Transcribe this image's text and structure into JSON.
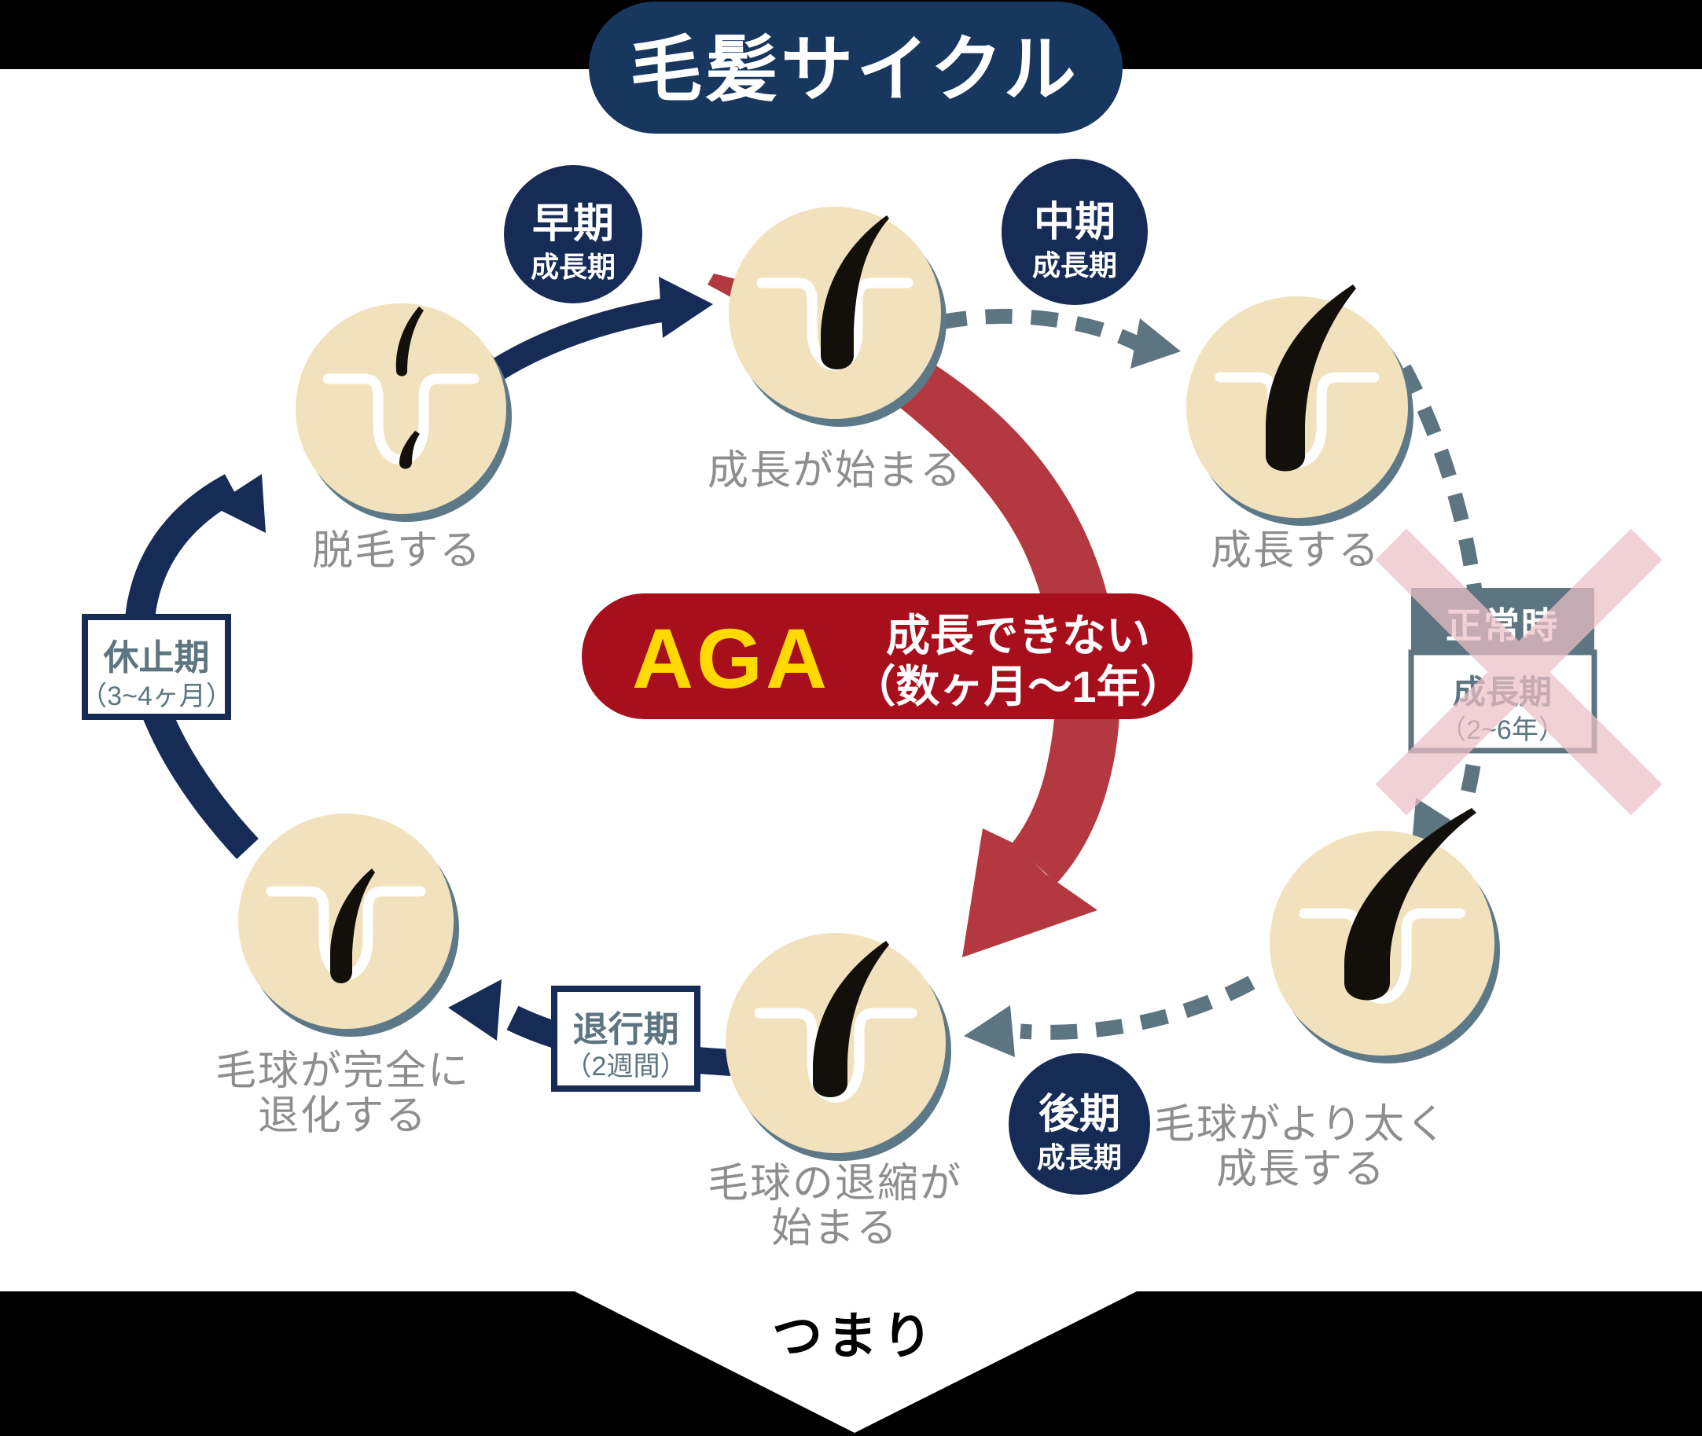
{
  "title": "毛髪サイクル",
  "conclusion": "つまり",
  "aga_callout": {
    "acronym": "AGA",
    "note_line1": "成長できない",
    "note_line2": "（数ヶ月～1年）"
  },
  "phase_labels": {
    "early": {
      "top": "早期",
      "bottom": "成長期"
    },
    "mid": {
      "top": "中期",
      "bottom": "成長期"
    },
    "late": {
      "top": "後期",
      "bottom": "成長期"
    }
  },
  "period_boxes": {
    "rest": {
      "name": "休止期",
      "duration": "（3~4ヶ月）"
    },
    "regression": {
      "name": "退行期",
      "duration": "（2週間）"
    },
    "normal": {
      "header": "正常時",
      "name": "成長期",
      "duration": "（2~6年）"
    }
  },
  "stages": {
    "shedding": {
      "caption": "脱毛する"
    },
    "growth_start": {
      "caption": "成長が始まる"
    },
    "growing": {
      "caption": "成長する"
    },
    "bulb_thickening": {
      "caption_line1": "毛球がより太く",
      "caption_line2": "成長する"
    },
    "bulb_regression": {
      "caption_line1": "毛球の退縮が",
      "caption_line2": "始まる"
    },
    "bulb_degeneration": {
      "caption_line1": "毛球が完全に",
      "caption_line2": "退化する"
    }
  },
  "colors": {
    "navy": "#162b56",
    "navy_pill": "#17375f",
    "slate": "#5d7581",
    "beige": "#f2e1bd",
    "gray_text": "#8e8e8e",
    "red_pill": "#a80f1c",
    "red_arrow": "#b4383f",
    "yellow": "#ffd900",
    "pink_x": "#eec0c7",
    "black": "#000000"
  }
}
